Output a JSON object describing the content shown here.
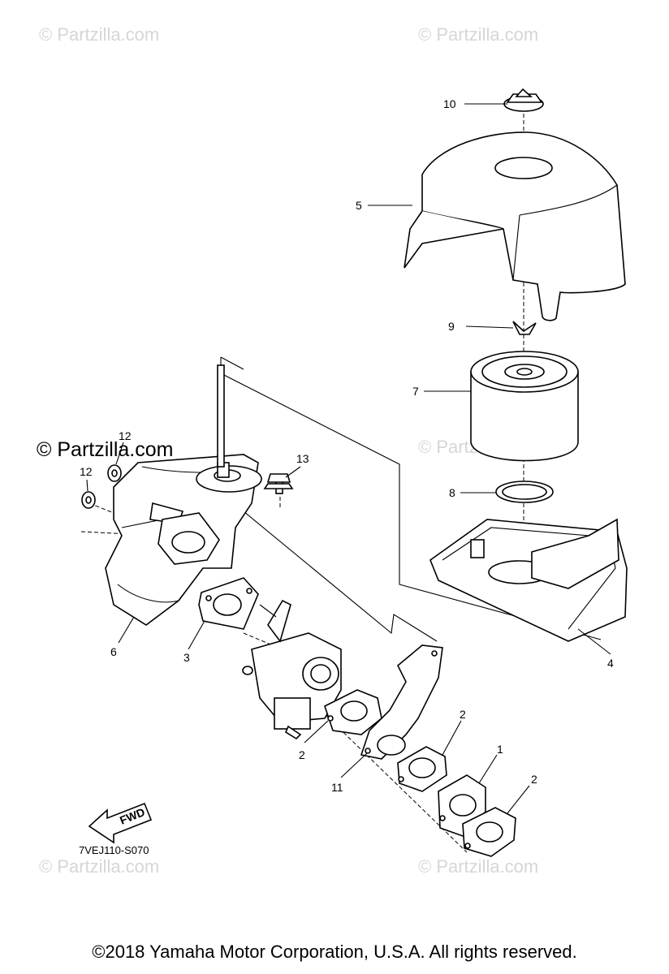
{
  "watermarks": [
    "© Partzilla.com",
    "© Partzilla.com",
    "© Partzilla.com",
    "© Partzilla.com",
    "© Partzilla.com",
    "© Partzilla.com",
    "© Partzilla.com"
  ],
  "callouts": {
    "p1": "1",
    "p2a": "2",
    "p2b": "2",
    "p2c": "2",
    "p3": "3",
    "p4": "4",
    "p5": "5",
    "p6": "6",
    "p7": "7",
    "p8": "8",
    "p9": "9",
    "p10": "10",
    "p11": "11",
    "p12a": "12",
    "p12b": "12",
    "p13": "13"
  },
  "diagram_code": "7VEJ110-S070",
  "fwd_label": "FWD",
  "copyright": "©2018  Yamaha Motor Corporation, U.S.A. All rights reserved."
}
